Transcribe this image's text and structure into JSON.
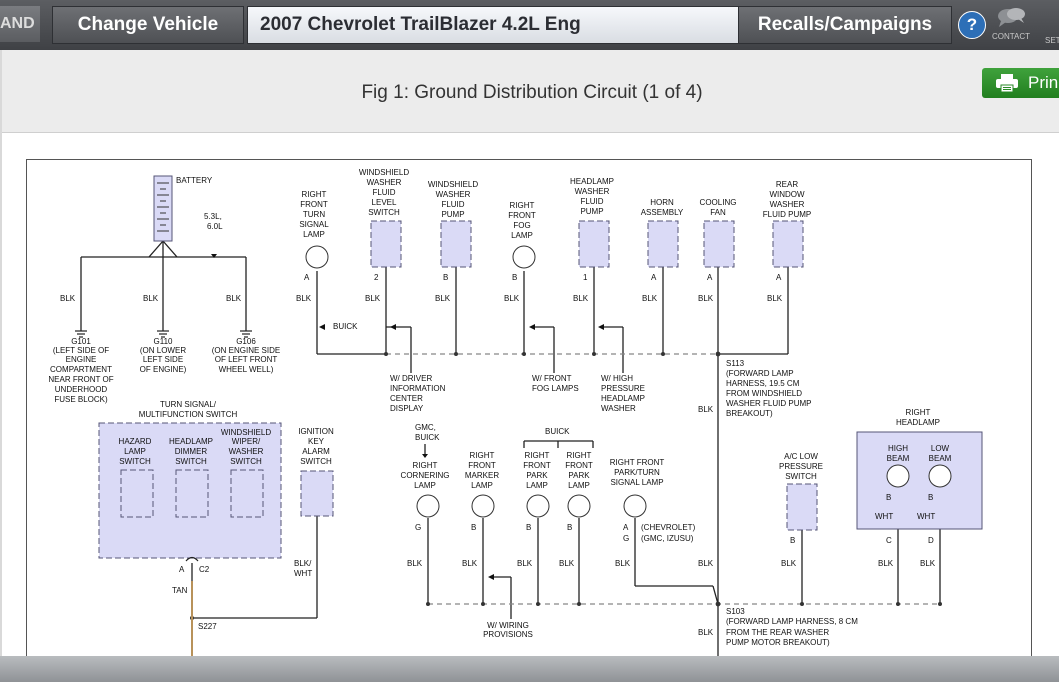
{
  "topbar": {
    "left_fragment": "AND",
    "change_vehicle": "Change Vehicle",
    "vehicle": "2007 Chevrolet TrailBlazer 4.2L Eng",
    "recalls": "Recalls/Campaigns",
    "help": "?",
    "contact": "CONTACT",
    "settings_fragment": "SET"
  },
  "figure": {
    "title": "Fig 1: Ground Distribution Circuit (1 of 4)",
    "print_label": "Prin"
  },
  "diagram": {
    "battery": "BATTERY",
    "engine_note": [
      "5.3L,",
      "6.0L"
    ],
    "blk": "BLK",
    "grounds": [
      {
        "id": "G101",
        "lines": [
          "(LEFT SIDE OF",
          "ENGINE",
          "COMPARTMENT",
          "NEAR FRONT OF",
          "UNDERHOOD",
          "FUSE BLOCK)"
        ]
      },
      {
        "id": "G110",
        "lines": [
          "(ON LOWER",
          "LEFT SIDE",
          "OF ENGINE)"
        ]
      },
      {
        "id": "G106",
        "lines": [
          "(ON ENGINE SIDE",
          "OF LEFT FRONT",
          "WHEEL WELL)"
        ]
      }
    ],
    "top_components": [
      {
        "name": [
          "RIGHT",
          "FRONT",
          "TURN",
          "SIGNAL",
          "LAMP"
        ],
        "pin": "A"
      },
      {
        "name": [
          "WINDSHIELD",
          "WASHER",
          "FLUID",
          "LEVEL",
          "SWITCH"
        ],
        "pin": "2"
      },
      {
        "name": [
          "WINDSHIELD",
          "WASHER",
          "FLUID",
          "PUMP"
        ],
        "pin": "B"
      },
      {
        "name": [
          "RIGHT",
          "FRONT",
          "FOG",
          "LAMP"
        ],
        "pin": "B"
      },
      {
        "name": [
          "HEADLAMP",
          "WASHER",
          "FLUID",
          "PUMP"
        ],
        "pin": "1"
      },
      {
        "name": [
          "HORN",
          "ASSEMBLY"
        ],
        "pin": "A"
      },
      {
        "name": [
          "COOLING",
          "FAN"
        ],
        "pin": "A"
      },
      {
        "name": [
          "REAR",
          "WINDOW",
          "WASHER",
          "FLUID PUMP"
        ],
        "pin": "A"
      }
    ],
    "buick_top": "BUICK",
    "notes_top": [
      [
        "W/ DRIVER",
        "INFORMATION",
        "CENTER",
        "DISPLAY"
      ],
      [
        "W/ FRONT",
        "FOG LAMPS"
      ],
      [
        "W/ HIGH",
        "PRESSURE",
        "HEADLAMP",
        "WASHER"
      ]
    ],
    "s113": [
      "S113",
      "(FORWARD LAMP",
      "HARNESS, 19.5 CM",
      "FROM WINDSHIELD",
      "WASHER FLUID PUMP",
      "BREAKOUT)"
    ],
    "turn_signal_switch": [
      "TURN SIGNAL/",
      "MULTIFUNCTION SWITCH"
    ],
    "switch_parts": [
      [
        "HAZARD",
        "LAMP",
        "SWITCH"
      ],
      [
        "HEADLAMP",
        "DIMMER",
        "SWITCH"
      ],
      [
        "WINDSHIELD",
        "WIPER/",
        "WASHER",
        "SWITCH"
      ]
    ],
    "ignition_key": [
      "IGNITION",
      "KEY",
      "ALARM",
      "SWITCH"
    ],
    "c2_pin": "A",
    "c2": "C2",
    "tan": "TAN",
    "s227": "S227",
    "blk_wht": [
      "BLK/",
      "WHT"
    ],
    "gmc_buick": [
      "GMC,",
      "BUICK"
    ],
    "buick_mid": "BUICK",
    "mid_components": [
      {
        "name": [
          "RIGHT",
          "CORNERING",
          "LAMP"
        ],
        "pin": "G"
      },
      {
        "name": [
          "RIGHT",
          "FRONT",
          "MARKER",
          "LAMP"
        ],
        "pin": "B"
      },
      {
        "name": [
          "RIGHT",
          "FRONT",
          "PARK",
          "LAMP"
        ],
        "pin": "B"
      },
      {
        "name": [
          "RIGHT",
          "FRONT",
          "PARK",
          "LAMP"
        ],
        "pin": "B"
      }
    ],
    "park_turn": [
      "RIGHT FRONT",
      "PARK/TURN",
      "SIGNAL LAMP"
    ],
    "park_turn_pins": [
      "A",
      "G"
    ],
    "park_turn_makes": [
      "(CHEVROLET)",
      "(GMC, IZUSU)"
    ],
    "ac_switch": [
      "A/C LOW",
      "PRESSURE",
      "SWITCH"
    ],
    "ac_pin": "B",
    "right_headlamp": [
      "RIGHT",
      "HEADLAMP"
    ],
    "beams": [
      [
        "HIGH",
        "BEAM"
      ],
      [
        "LOW",
        "BEAM"
      ]
    ],
    "beam_pins": [
      "B",
      "B"
    ],
    "wht": "WHT",
    "headlamp_pins": [
      "C",
      "D"
    ],
    "wiring_note": [
      "W/ WIRING",
      "PROVISIONS"
    ],
    "s103": [
      "S103",
      "(FORWARD LAMP HARNESS, 8 CM",
      "FROM THE REAR WASHER",
      "PUMP MOTOR BREAKOUT)"
    ]
  },
  "colors": {
    "component_fill": "#dadaf6",
    "component_border": "#555577",
    "print_green": "#2f9a2c",
    "help_blue": "#2d6fb7"
  }
}
